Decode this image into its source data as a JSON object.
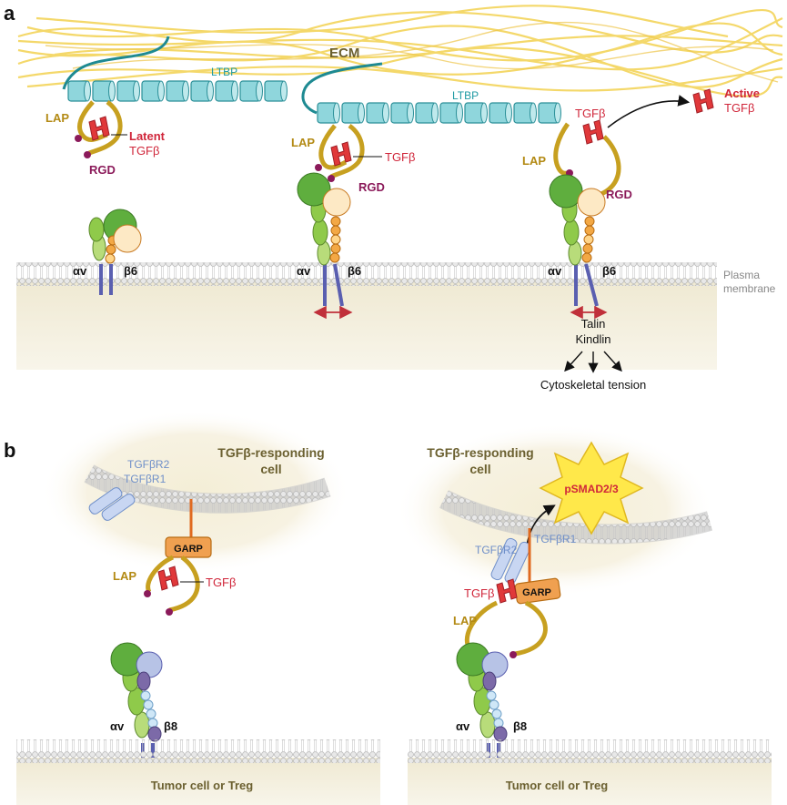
{
  "panel_a": {
    "letter": "a",
    "ecm": "ECM",
    "ltbp": "LTBP",
    "lap": "LAP",
    "latent_tgfb": [
      "Latent",
      "TGFβ"
    ],
    "tgfb": "TGFβ",
    "active_tgfb": [
      "Active",
      "TGFβ"
    ],
    "rgd": "RGD",
    "alpha_v": "αv",
    "beta6": "β6",
    "plasma_membrane": [
      "Plasma",
      "membrane"
    ],
    "talin": "Talin",
    "kindlin": "Kindlin",
    "cytoskeletal_tension": "Cytoskeletal tension"
  },
  "panel_b": {
    "letter": "b",
    "responding_cell": [
      "TGFβ-responding",
      "cell"
    ],
    "tgfbr2": "TGFβR2",
    "tgfbr1": "TGFβR1",
    "garp": "GARP",
    "lap": "LAP",
    "tgfb": "TGFβ",
    "psmad": "pSMAD2/3",
    "alpha_v": "αv",
    "beta8": "β8",
    "tumor_cell": "Tumor cell or Treg"
  },
  "colors": {
    "ecm_fiber": "#f5d75a",
    "ltbp": "#7fd0d6",
    "ltbp_text": "#1e9aa3",
    "lap": "#c7a020",
    "lap_text": "#b38a14",
    "tgfb": "#e0383a",
    "tgfb_text": "#d0263a",
    "rgd_text": "#8b1a5a",
    "receptor_text": "#6f8fc9",
    "cell_title": "#6b6030",
    "garp": "#f0a050",
    "psmad_fill": "#ffe84a",
    "psmad_text": "#d0263a"
  }
}
